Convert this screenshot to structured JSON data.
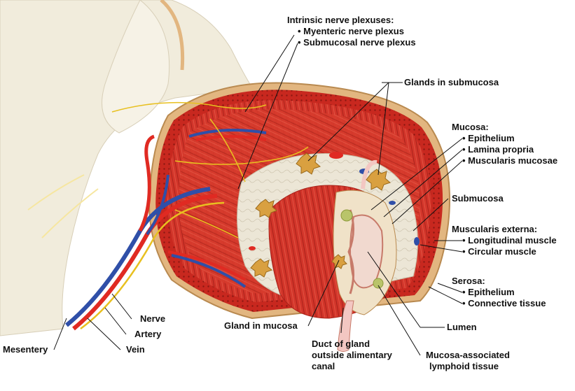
{
  "labels": {
    "intrinsic_heading": "Intrinsic nerve plexuses:",
    "myenteric": "• Myenteric nerve plexus",
    "submucosal_plexus": "• Submucosal nerve plexus",
    "glands_submucosa": "Glands in submucosa",
    "mucosa_heading": "Mucosa:",
    "mucosa_epithelium": "• Epithelium",
    "lamina_propria": "• Lamina propria",
    "muscularis_mucosae": "• Muscularis mucosae",
    "submucosa": "Submucosa",
    "muscularis_externa_heading": "Muscularis externa:",
    "longitudinal_muscle": "• Longitudinal muscle",
    "circular_muscle": "• Circular muscle",
    "serosa_heading": "Serosa:",
    "serosa_epithelium": "• Epithelium",
    "connective_tissue": "• Connective tissue",
    "lumen": "Lumen",
    "malt_line1": "Mucosa-associated",
    "malt_line2": "lymphoid tissue",
    "duct_line1": "Duct of gland",
    "duct_line2": "outside alimentary",
    "duct_line3": "canal",
    "gland_mucosa": "Gland in mucosa",
    "nerve": "Nerve",
    "artery": "Artery",
    "vein": "Vein",
    "mesentery": "Mesentery"
  },
  "colors": {
    "muscle": "#d63a2c",
    "muscle_dark": "#a8221a",
    "submucosa": "#ece6d6",
    "serosa": "#e2b680",
    "mesentery": "#f1ecdc",
    "artery": "#e02a22",
    "vein": "#2f4fa8",
    "nerve": "#e8c020",
    "gland": "#d9a040",
    "lumen": "#f1d9cf"
  }
}
